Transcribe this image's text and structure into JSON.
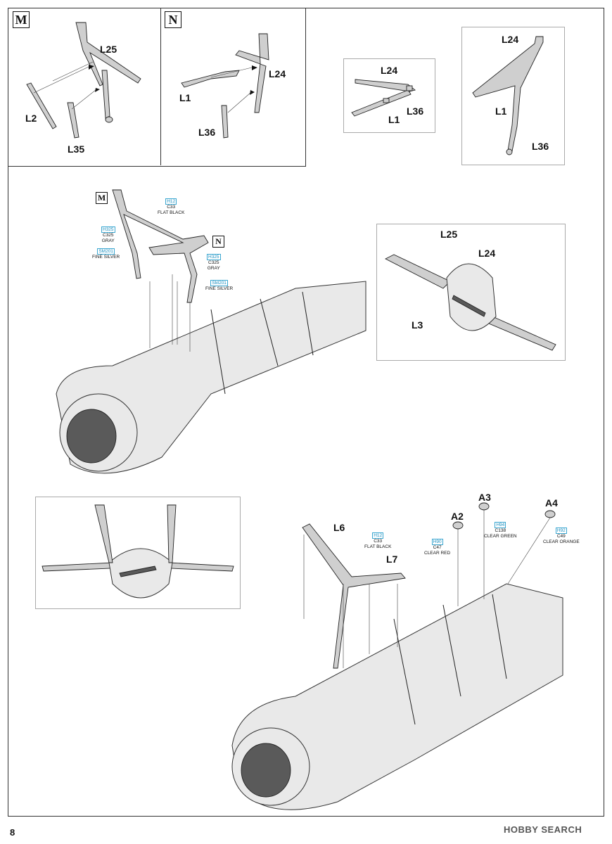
{
  "page_number": "8",
  "watermark": "HOBBY SEARCH",
  "steps": {
    "m": "M",
    "n": "N"
  },
  "parts": {
    "l25": "L25",
    "l2": "L2",
    "l35": "L35",
    "l24": "L24",
    "l1": "L1",
    "l36": "L36",
    "l3": "L3",
    "l6": "L6",
    "l7": "L7",
    "a2": "A2",
    "a3": "A3",
    "a4": "A4"
  },
  "paints": {
    "flat_black": {
      "h": "H12",
      "c": "C33",
      "name": "FLAT BLACK"
    },
    "gray": {
      "h": "H325",
      "c": "C325",
      "name": "GRAY"
    },
    "fine_silver": {
      "h": "SM201",
      "name": "FINE SILVER"
    },
    "clear_red": {
      "h": "H90",
      "c": "C47",
      "name": "CLEAR RED"
    },
    "clear_green": {
      "h": "H94",
      "c": "C138",
      "name": "CLEAR GREEN"
    },
    "clear_orange": {
      "h": "H92",
      "c": "C49",
      "name": "CLEAR ORANGE"
    }
  },
  "colors": {
    "callout_code": "#1a8fc0",
    "line": "#222222",
    "part_fill": "#cfcfcf"
  }
}
